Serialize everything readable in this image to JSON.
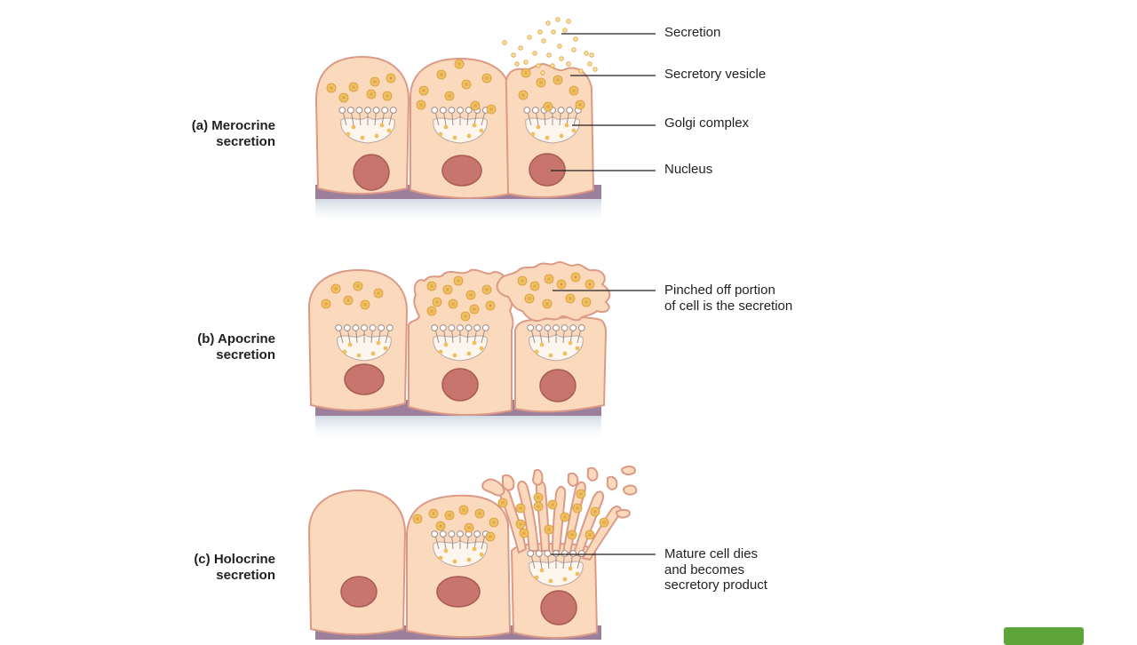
{
  "colors": {
    "cell_fill": "#fbd9bd",
    "cell_outline": "#dc9a86",
    "nucleus": "#c8766d",
    "vesicle": "#f0c060",
    "golgi": "#fdf6ee",
    "basement_membrane": "#9c7f9b",
    "basal_shadow": "#dfe6ee",
    "accent_green": "#5fa63a"
  },
  "panels": {
    "a": {
      "title_line1": "(a) Merocrine",
      "title_line2": "secretion"
    },
    "b": {
      "title_line1": "(b) Apocrine",
      "title_line2": "secretion"
    },
    "c": {
      "title_line1": "(c) Holocrine",
      "title_line2": "secretion"
    }
  },
  "callouts": {
    "secretion": "Secretion",
    "secretory_vesicle": "Secretory vesicle",
    "golgi_complex": "Golgi complex",
    "nucleus": "Nucleus",
    "pinched_line1": "Pinched off portion",
    "pinched_line2": "of cell is the secretion",
    "mature_line1": "Mature cell dies",
    "mature_line2": "and becomes",
    "mature_line3": "secretory product"
  }
}
